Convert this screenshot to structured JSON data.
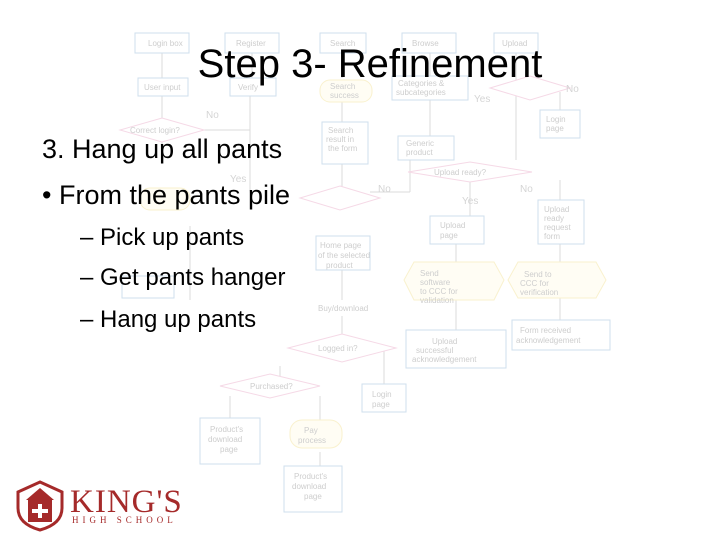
{
  "slide": {
    "title": "Step 3- Refinement",
    "lines": [
      "3.  Hang up all pants",
      "•  From the pants pile",
      "– Pick up pants",
      "– Get pants hanger",
      "– Hang up pants"
    ]
  },
  "flowchart": {
    "nodes": [
      "Login box",
      "Register",
      "Search",
      "Browse",
      "Upload",
      "User input",
      "Verify",
      "Search success",
      "Categories & subcategories",
      "Correct login?",
      "Search result in the form",
      "Generic product",
      "Login page",
      "Upload ready?",
      "Upload ready request form",
      "Upload page",
      "Home page of the selected product",
      "Send software to CCC for validation",
      "Send to CCC for verification",
      "Buy/download",
      "Upload successful acknowledgement",
      "Form received acknowledgement",
      "Logged in?",
      "Purchased?",
      "Login page",
      "Product's download page",
      "Pay process",
      "Product's download page"
    ],
    "labels": [
      "No",
      "Yes",
      "No",
      "Yes",
      "No",
      "No",
      "Yes"
    ]
  },
  "logo": {
    "name": "KING'S",
    "sub": "HIGH SCHOOL"
  },
  "colors": {
    "logo": "#a52a2a",
    "node_pink": "#e9a6c6",
    "node_blue": "#8fb5d6",
    "node_yellow": "#f2e08c"
  }
}
